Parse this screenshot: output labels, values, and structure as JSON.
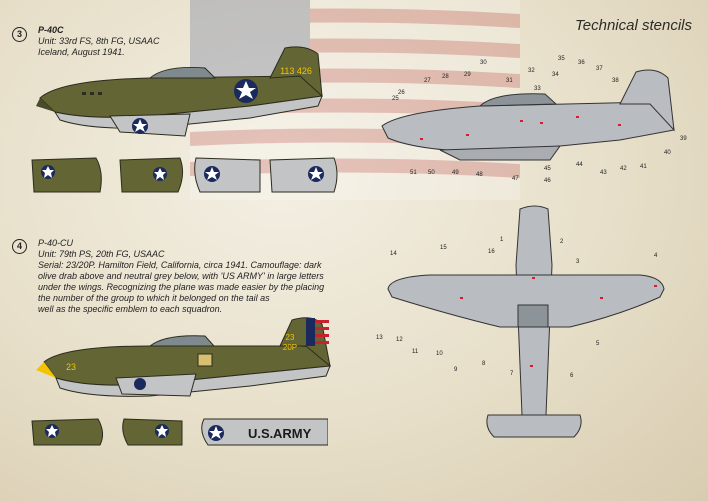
{
  "page_title": "Technical stencils",
  "profile1": {
    "number": "3",
    "name": "P-40C",
    "lines": [
      "Unit: 33rd FS, 8th FG, USAAC",
      "Iceland, August 1941."
    ],
    "tail_code": "113 426"
  },
  "profile2": {
    "number": "4",
    "name": "P-40-CU",
    "lines": [
      "Unit: 79th PS, 20th FG, USAAC",
      "Serial: 23/20P. Hamilton Field, California, circa 1941. Camouflage: dark",
      "olive drab above and neutral grey below, with 'US ARMY' in large letters",
      "under the wings. Recognizing the plane was made easier by the placing",
      "the number of the group to which it belonged on the tail as",
      "well as the specific emblem to each squadron."
    ],
    "tail_code_top": "23",
    "tail_code_bottom": "20P",
    "nose_code": "23",
    "wing_text_1": "U.S.",
    "wing_text_2": "ARMY"
  },
  "callouts_side": [
    "25",
    "26",
    "27",
    "28",
    "29",
    "30",
    "31",
    "32",
    "33",
    "34",
    "35",
    "36",
    "37",
    "38",
    "39",
    "40",
    "41",
    "42",
    "43",
    "44",
    "45",
    "46",
    "47",
    "48",
    "49",
    "50",
    "51"
  ],
  "callouts_plan": [
    "1",
    "2",
    "3",
    "4",
    "5",
    "6",
    "7",
    "8",
    "9",
    "10",
    "11",
    "12",
    "13",
    "14",
    "15",
    "16"
  ],
  "colors": {
    "olive_drab": "#5f6135",
    "neutral_grey": "#b9bcc0",
    "insignia_blue": "#1b2a5c",
    "rudder_red": "#c8202c",
    "nose_yellow": "#f2c400",
    "stencil_red": "#d21f2b"
  }
}
